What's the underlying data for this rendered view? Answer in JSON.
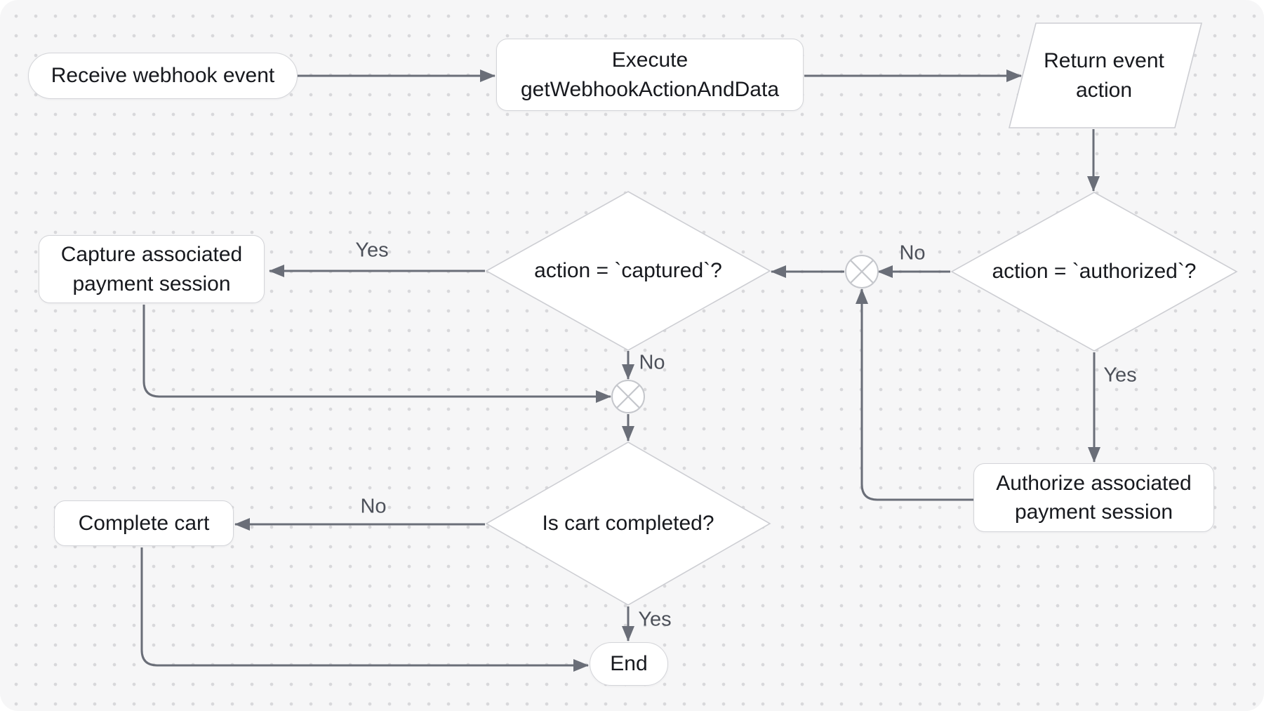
{
  "canvas": {
    "background_color": "#f6f6f7",
    "dot_color": "#d8d8db",
    "edge_color": "#6a6e78",
    "node_fill": "#ffffff",
    "node_border_color": "#d4d5d9",
    "text_color": "#17191e",
    "edge_label_color": "#4d515a"
  },
  "nodes": {
    "receive": {
      "label": "Receive webhook event",
      "shape": "stadium"
    },
    "execute": {
      "label": "Execute\ngetWebhookActionAndData",
      "shape": "rectangle"
    },
    "return_action": {
      "label": "Return event\naction",
      "shape": "parallelogram"
    },
    "authorized_check": {
      "label": "action = `authorized`?",
      "shape": "diamond"
    },
    "captured_check": {
      "label": "action = `captured`?",
      "shape": "diamond"
    },
    "capture_session": {
      "label": "Capture associated\npayment session",
      "shape": "rectangle"
    },
    "authorize_session": {
      "label": "Authorize associated\npayment session",
      "shape": "rectangle"
    },
    "cart_completed_check": {
      "label": "Is cart completed?",
      "shape": "diamond"
    },
    "complete_cart": {
      "label": "Complete cart",
      "shape": "rectangle"
    },
    "end": {
      "label": "End",
      "shape": "stadium"
    }
  },
  "edge_labels": {
    "captured_yes": "Yes",
    "authorized_no": "No",
    "captured_no": "No",
    "authorized_yes": "Yes",
    "cart_no": "No",
    "cart_yes": "Yes"
  }
}
